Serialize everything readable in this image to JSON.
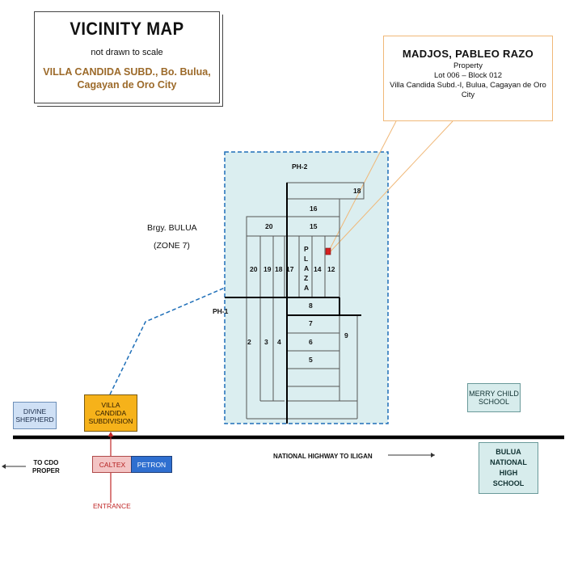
{
  "title": {
    "main": "VICINITY MAP",
    "sub": "not drawn to scale",
    "loc1": "VILLA CANDIDA SUBD., Bo. Bulua,",
    "loc2": "Cagayan de Oro City"
  },
  "owner": {
    "name": "MADJOS, PABLEO RAZO",
    "l1": "Property",
    "l2": "Lot 006 – Block 012",
    "l3": "Villa Candida Subd.-I, Bulua, Cagayan de Oro",
    "l4": "City"
  },
  "labels": {
    "brgy1": "Brgy. BULUA",
    "brgy2": "(ZONE 7)",
    "ph2": "PH-2",
    "ph1": "PH-1",
    "highway": "NATIONAL HIGHWAY TO ILIGAN",
    "to_cdo_1": "TO CDO",
    "to_cdo_2": "PROPER",
    "entrance": "ENTRANCE"
  },
  "places": {
    "divine_1": "DIVINE",
    "divine_2": "SHEPHERD",
    "vc_1": "VILLA",
    "vc_2": "CANDIDA",
    "vc_3": "SUBDIVISION",
    "merry_1": "MERRY CHILD",
    "merry_2": "SCHOOL",
    "bulua_1": "BULUA",
    "bulua_2": "NATIONAL",
    "bulua_3": "HIGH",
    "bulua_4": "SCHOOL",
    "caltex": "CALTEX",
    "petron": "PETRON"
  },
  "blocks": {
    "b18": "18",
    "b16": "16",
    "b20top": "20",
    "b15": "15",
    "b20": "20",
    "b19": "19",
    "b18b": "18",
    "b17": "17",
    "plaza": [
      "P",
      "L",
      "A",
      "Z",
      "A"
    ],
    "b14": "14",
    "b12": "12",
    "b8": "8",
    "b7": "7",
    "b6": "6",
    "b5": "5",
    "b9": "9",
    "b2": "2",
    "b3": "3",
    "b4": "4"
  },
  "colors": {
    "phase_fill": "#dbeef0",
    "phase_border": "#1f6fb8",
    "road": "#000000",
    "property_marker": "#d62020",
    "callout_line": "#f0b878",
    "entrance_arrow": "#c02828"
  }
}
